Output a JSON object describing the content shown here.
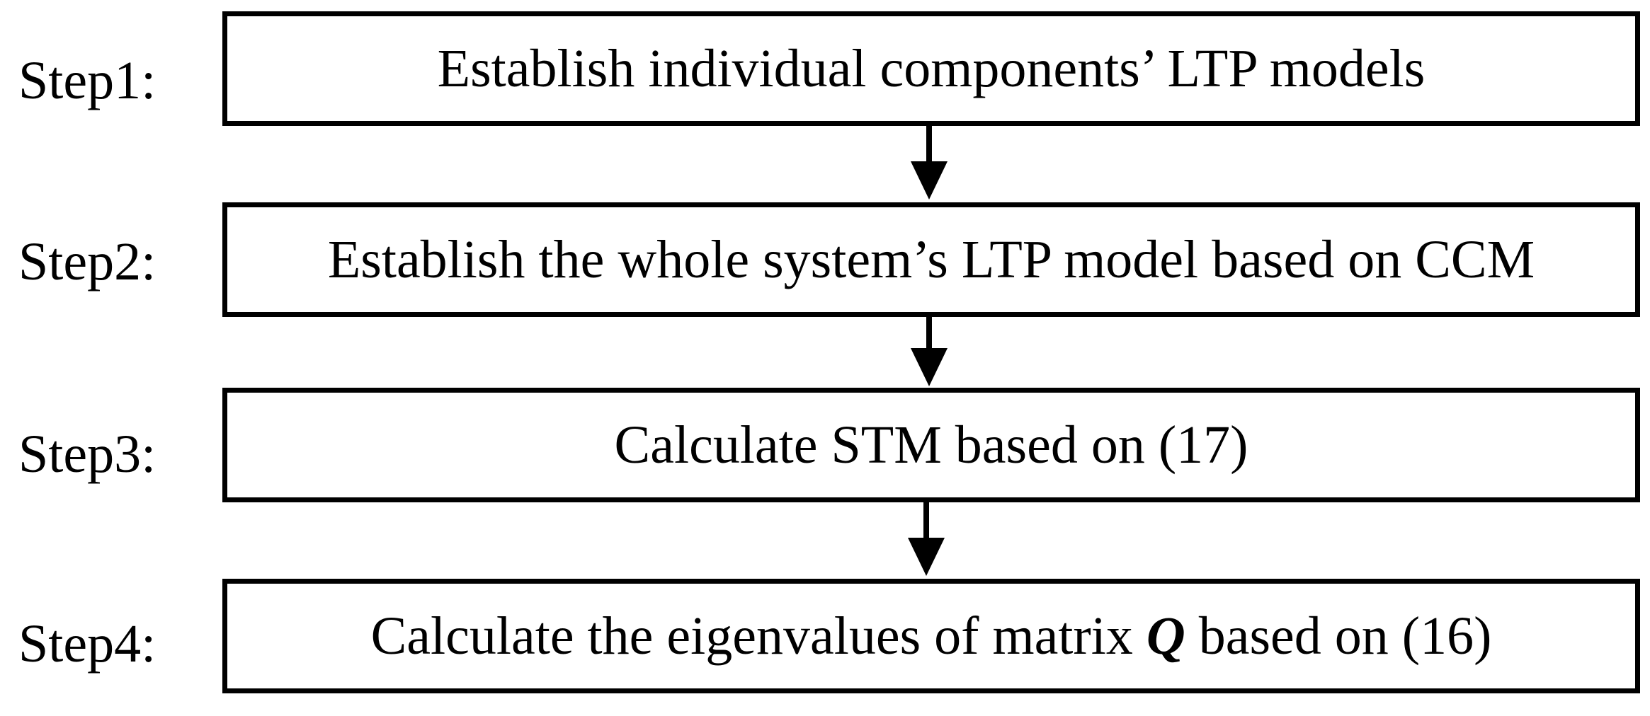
{
  "steps": [
    {
      "label": "Step1:",
      "text": "Establish individual components’ LTP models"
    },
    {
      "label": "Step2:",
      "text": "Establish the whole system’s LTP model based on CCM"
    },
    {
      "label": "Step3:",
      "text": "Calculate STM based on (17)"
    },
    {
      "label": "Step4:",
      "text_before": "Calculate the eigenvalues of matrix ",
      "text_symbol": "Q",
      "text_after": " based on (16)"
    }
  ],
  "colors": {
    "line": "#000000",
    "background": "#ffffff"
  }
}
